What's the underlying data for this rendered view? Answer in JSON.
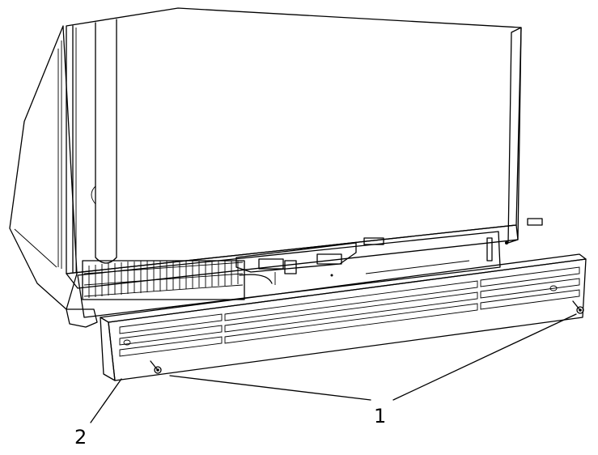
{
  "callouts": {
    "screw_label": "1",
    "grille_label": "2"
  },
  "parts": {
    "cabinet": "appliance-cabinet",
    "grille": "ventilation-grille",
    "screws": "fixing-screw"
  },
  "colors": {
    "line": "#000000",
    "fill": "#ffffff"
  }
}
